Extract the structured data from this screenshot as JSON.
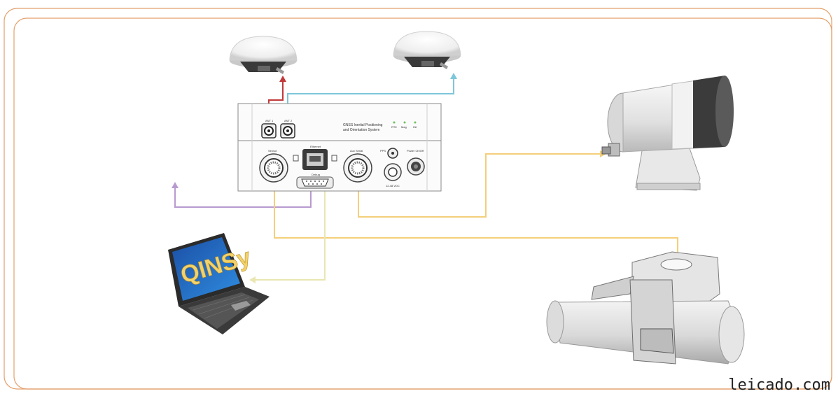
{
  "device": {
    "title_line1": "GNSS Inertial Positioning",
    "title_line2": "and Orientation System",
    "leds": [
      "RTK",
      "Mag",
      "INI"
    ],
    "ports": {
      "ant1": "ANT 1",
      "ant2": "ANT 2",
      "ethernet": "Ethernet",
      "sensor": "Sensor",
      "debug": "Debug",
      "aux": "Aux Serial",
      "pps": "PPS",
      "power_input": "12-48 VDC",
      "power_switch": "Power On/Off"
    }
  },
  "laptop": {
    "screen_text": "QINSy"
  },
  "watermark": "leicado.com",
  "colors": {
    "frame": "#e3a06c",
    "ant1_cable": "#c0393b",
    "ant2_cable": "#7ec6da",
    "debug_cable": "#b89ad0",
    "sensor_cable": "#f4cf7a",
    "serial_cable": "#e9e6b2"
  }
}
